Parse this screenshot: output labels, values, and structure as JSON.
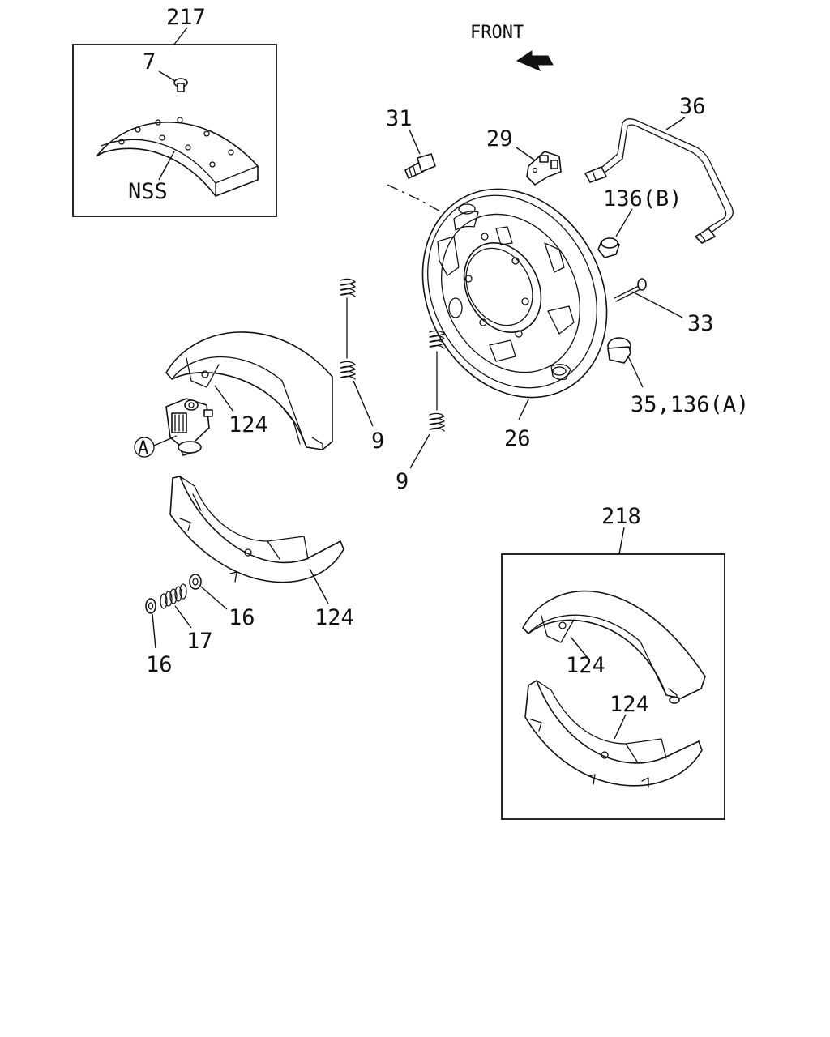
{
  "direction": {
    "label": "FRONT"
  },
  "callouts": {
    "c217": "217",
    "c7": "7",
    "cNSS": "NSS",
    "c31": "31",
    "c29": "29",
    "c36": "36",
    "c136b": "136(B)",
    "c33": "33",
    "c35_136a": "35,136(A)",
    "c26": "26",
    "c9_right": "9",
    "c9_lower": "9",
    "c124_upper": "124",
    "c124_lower": "124",
    "cA": "A",
    "c16_right": "16",
    "c17": "17",
    "c16_left": "16",
    "c218": "218",
    "c124_kit_upper": "124",
    "c124_kit_lower": "124"
  }
}
